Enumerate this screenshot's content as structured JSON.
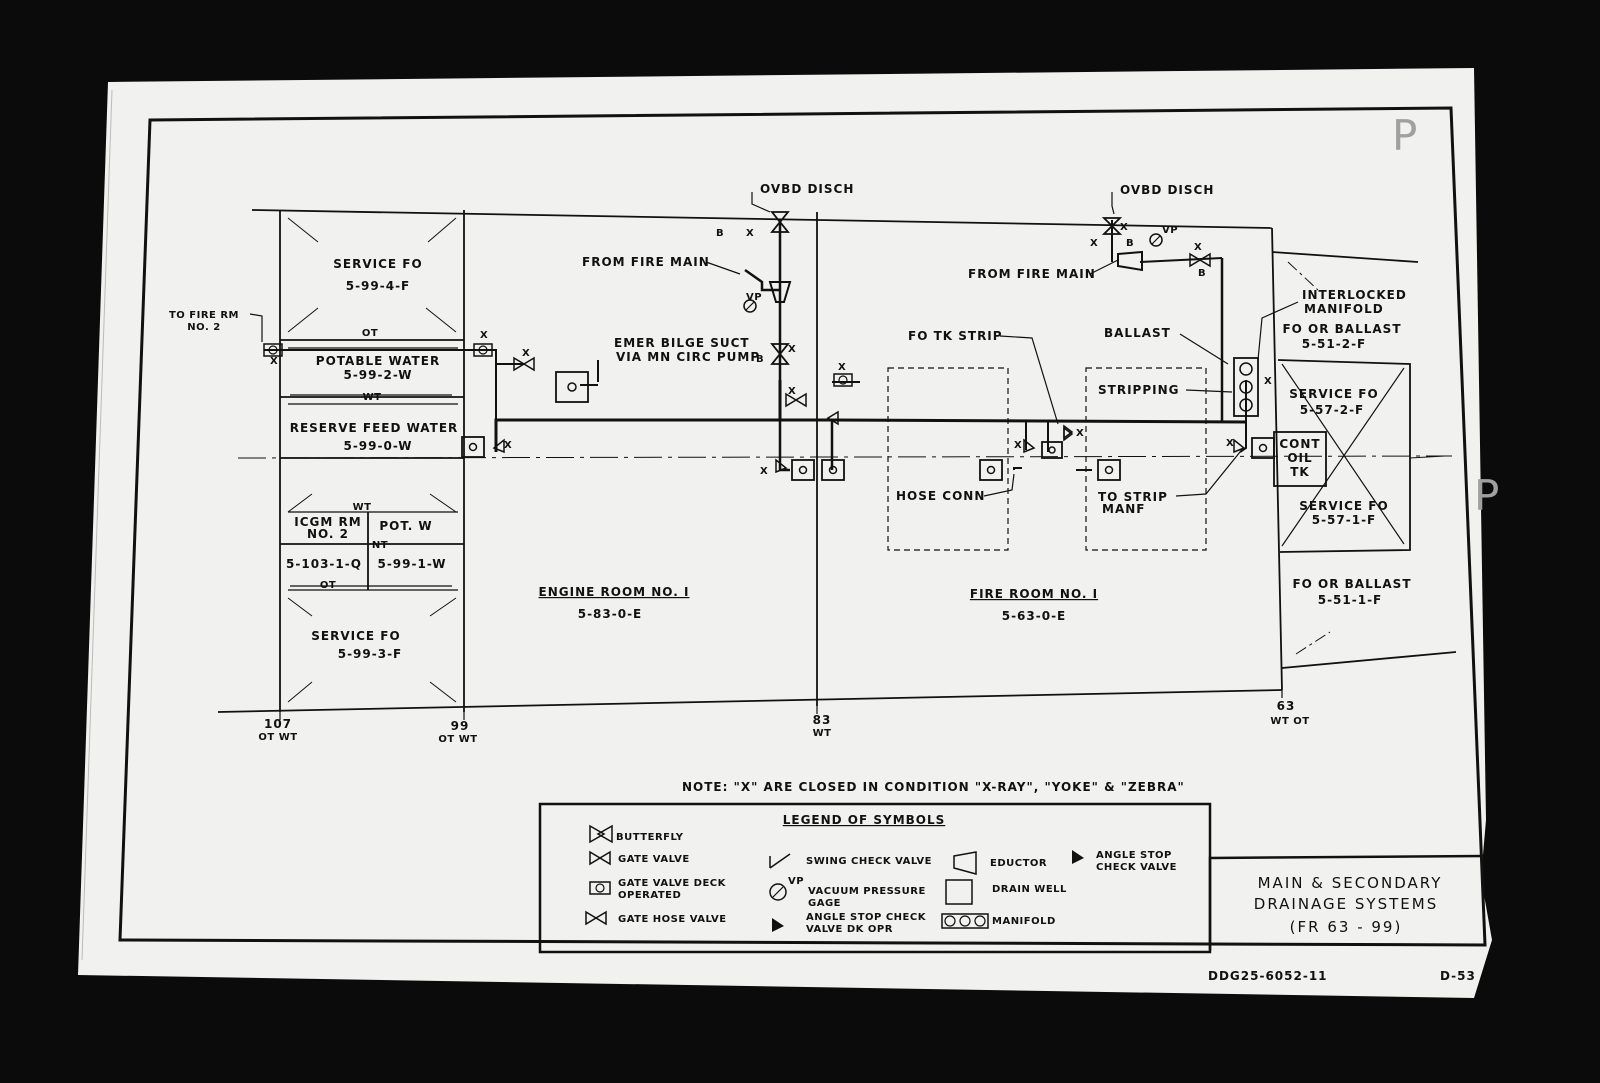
{
  "compartments": [
    {
      "id": "service-fo-4",
      "name": "SERVICE FO",
      "code": "5-99-4-F"
    },
    {
      "id": "potable-water",
      "name": "POTABLE WATER",
      "code": "5-99-2-W"
    },
    {
      "id": "reserve-feed",
      "name": "RESERVE FEED WATER",
      "code": "5-99-0-W"
    },
    {
      "id": "icgm-rm",
      "name": "ICGM RM",
      "name2": "NO. 2",
      "code": "5-103-1-Q"
    },
    {
      "id": "pot-w",
      "name": "POT. W",
      "code": "5-99-1-W"
    },
    {
      "id": "service-fo-3",
      "name": "SERVICE FO",
      "code": "5-99-3-F"
    },
    {
      "id": "engine-room",
      "name": "ENGINE ROOM NO. I",
      "code": "5-83-0-E"
    },
    {
      "id": "fire-room",
      "name": "FIRE ROOM NO. I",
      "code": "5-63-0-E"
    },
    {
      "id": "fo-ballast-2",
      "name": "FO OR BALLAST",
      "code": "5-51-2-F"
    },
    {
      "id": "service-fo-57-2",
      "name": "SERVICE FO",
      "code": "5-57-2-F"
    },
    {
      "id": "service-fo-57-1",
      "name": "SERVICE FO",
      "code": "5-57-1-F"
    },
    {
      "id": "fo-ballast-1",
      "name": "FO OR BALLAST",
      "code": "5-51-1-F"
    }
  ],
  "bulkhead_marks": {
    "ot": "OT",
    "wt": "WT",
    "nt": "NT"
  },
  "callouts": {
    "to_fire_rm": "TO FIRE RM",
    "to_fire_rm_2": "NO. 2",
    "ovbd_disch": "OVBD DISCH",
    "from_fire_main": "FROM FIRE MAIN",
    "emer_bilge_1": "EMER BILGE SUCT",
    "emer_bilge_2": "VIA MN CIRC PUMP",
    "fo_tk_strip": "FO TK STRIP",
    "ballast": "BALLAST",
    "stripping": "STRIPPING",
    "interlocked_1": "INTERLOCKED",
    "interlocked_2": "MANIFOLD",
    "hose_conn": "HOSE CONN",
    "to_strip_1": "TO STRIP",
    "to_strip_2": "MANF",
    "cont_oil_1": "CONT",
    "cont_oil_2": "OIL",
    "cont_oil_3": "TK",
    "valve_x": "X",
    "valve_b": "B",
    "vp": "VP"
  },
  "frames": [
    {
      "number": "107",
      "marks": "OT WT"
    },
    {
      "number": "99",
      "marks": "OT WT"
    },
    {
      "number": "83",
      "marks": "WT"
    },
    {
      "number": "63",
      "marks": "WT OT"
    }
  ],
  "note": "NOTE: \"X\" ARE CLOSED IN CONDITION \"X-RAY\", \"YOKE\" & \"ZEBRA\"",
  "legend": {
    "title": "LEGEND OF SYMBOLS",
    "items": [
      {
        "id": "butterfly",
        "label": "BUTTERFLY"
      },
      {
        "id": "gate-valve",
        "label": "GATE VALVE"
      },
      {
        "id": "gate-valve-deck",
        "label": "GATE VALVE DECK",
        "label2": "OPERATED"
      },
      {
        "id": "gate-hose-valve",
        "label": "GATE HOSE VALVE"
      },
      {
        "id": "swing-check",
        "label": "SWING CHECK VALVE"
      },
      {
        "id": "vacuum-gage",
        "label": "VACUUM PRESSURE",
        "label2": "GAGE"
      },
      {
        "id": "angle-stop-dk",
        "label": "ANGLE STOP CHECK",
        "label2": "VALVE DK OPR"
      },
      {
        "id": "eductor",
        "label": "EDUCTOR"
      },
      {
        "id": "drain-well",
        "label": "DRAIN WELL"
      },
      {
        "id": "manifold",
        "label": "MANIFOLD"
      },
      {
        "id": "angle-stop",
        "label": "ANGLE STOP",
        "label2": "CHECK VALVE"
      }
    ]
  },
  "title_block": {
    "line1": "MAIN & SECONDARY",
    "line2": "DRAINAGE SYSTEMS",
    "line3": "(FR 63 - 99)"
  },
  "drawing_number": "DDG25-6052-11",
  "page_number": "D-53",
  "handwritten": [
    "P",
    "P"
  ]
}
